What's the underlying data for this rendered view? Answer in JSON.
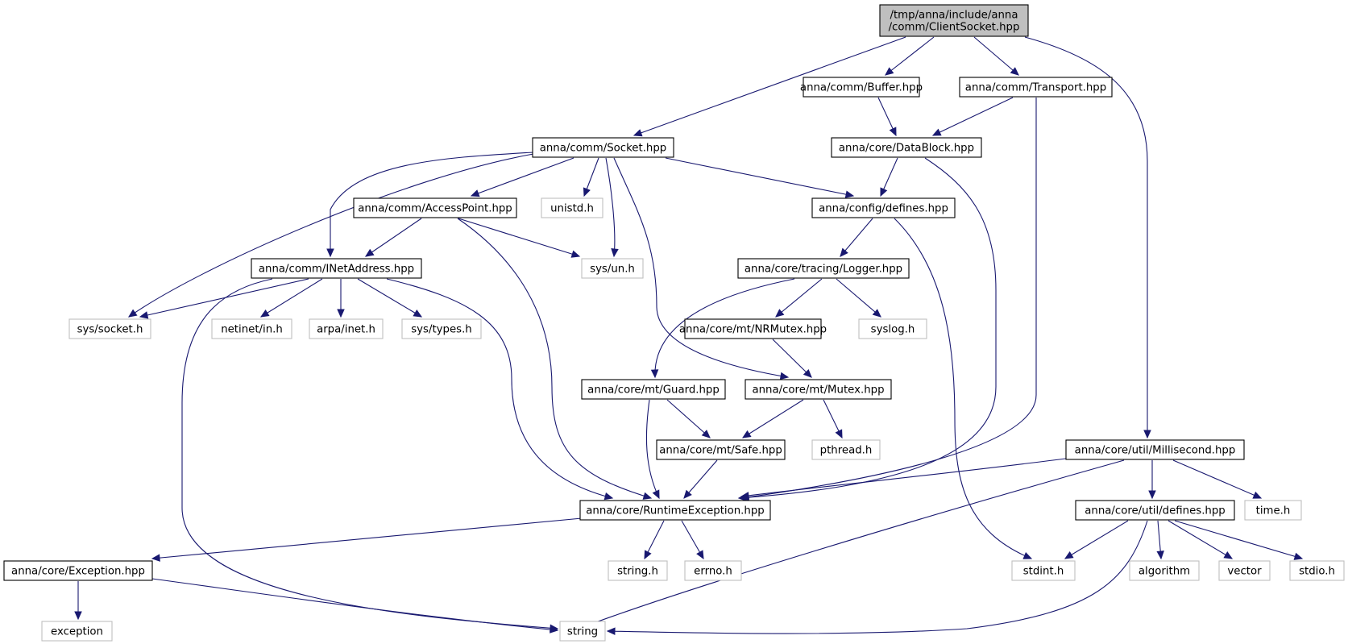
{
  "diagram": {
    "root": "/tmp/anna/include/anna/comm/ClientSocket.hpp",
    "nodes": [
      {
        "id": "root",
        "lines": [
          "/tmp/anna/include/anna",
          "/comm/ClientSocket.hpp"
        ],
        "kind": "root"
      },
      {
        "id": "buffer",
        "lines": [
          "anna/comm/Buffer.hpp"
        ],
        "kind": "local"
      },
      {
        "id": "transport",
        "lines": [
          "anna/comm/Transport.hpp"
        ],
        "kind": "local"
      },
      {
        "id": "socket",
        "lines": [
          "anna/comm/Socket.hpp"
        ],
        "kind": "local"
      },
      {
        "id": "datablock",
        "lines": [
          "anna/core/DataBlock.hpp"
        ],
        "kind": "local"
      },
      {
        "id": "accesspoint",
        "lines": [
          "anna/comm/AccessPoint.hpp"
        ],
        "kind": "local"
      },
      {
        "id": "unistd",
        "lines": [
          "unistd.h"
        ],
        "kind": "system"
      },
      {
        "id": "configdefines",
        "lines": [
          "anna/config/defines.hpp"
        ],
        "kind": "local"
      },
      {
        "id": "inetaddress",
        "lines": [
          "anna/comm/INetAddress.hpp"
        ],
        "kind": "local"
      },
      {
        "id": "sysun",
        "lines": [
          "sys/un.h"
        ],
        "kind": "system"
      },
      {
        "id": "logger",
        "lines": [
          "anna/core/tracing/Logger.hpp"
        ],
        "kind": "local"
      },
      {
        "id": "syssocket",
        "lines": [
          "sys/socket.h"
        ],
        "kind": "system"
      },
      {
        "id": "netinet",
        "lines": [
          "netinet/in.h"
        ],
        "kind": "system"
      },
      {
        "id": "arpainet",
        "lines": [
          "arpa/inet.h"
        ],
        "kind": "system"
      },
      {
        "id": "systypes",
        "lines": [
          "sys/types.h"
        ],
        "kind": "system"
      },
      {
        "id": "nrmutex",
        "lines": [
          "anna/core/mt/NRMutex.hpp"
        ],
        "kind": "local"
      },
      {
        "id": "syslog",
        "lines": [
          "syslog.h"
        ],
        "kind": "system"
      },
      {
        "id": "guard",
        "lines": [
          "anna/core/mt/Guard.hpp"
        ],
        "kind": "local"
      },
      {
        "id": "mutex",
        "lines": [
          "anna/core/mt/Mutex.hpp"
        ],
        "kind": "local"
      },
      {
        "id": "safe",
        "lines": [
          "anna/core/mt/Safe.hpp"
        ],
        "kind": "local"
      },
      {
        "id": "pthread",
        "lines": [
          "pthread.h"
        ],
        "kind": "system"
      },
      {
        "id": "millisecond",
        "lines": [
          "anna/core/util/Millisecond.hpp"
        ],
        "kind": "local"
      },
      {
        "id": "runtimeexception",
        "lines": [
          "anna/core/RuntimeException.hpp"
        ],
        "kind": "local"
      },
      {
        "id": "timeh",
        "lines": [
          "time.h"
        ],
        "kind": "system"
      },
      {
        "id": "utildefines",
        "lines": [
          "anna/core/util/defines.hpp"
        ],
        "kind": "local"
      },
      {
        "id": "exception_hpp",
        "lines": [
          "anna/core/Exception.hpp"
        ],
        "kind": "local"
      },
      {
        "id": "stringh",
        "lines": [
          "string.h"
        ],
        "kind": "system"
      },
      {
        "id": "errnoh",
        "lines": [
          "errno.h"
        ],
        "kind": "system"
      },
      {
        "id": "stdint",
        "lines": [
          "stdint.h"
        ],
        "kind": "system"
      },
      {
        "id": "algorithm",
        "lines": [
          "algorithm"
        ],
        "kind": "system"
      },
      {
        "id": "vector",
        "lines": [
          "vector"
        ],
        "kind": "system"
      },
      {
        "id": "stdio",
        "lines": [
          "stdio.h"
        ],
        "kind": "system"
      },
      {
        "id": "exception_std",
        "lines": [
          "exception"
        ],
        "kind": "system"
      },
      {
        "id": "string_std",
        "lines": [
          "string"
        ],
        "kind": "system"
      }
    ],
    "edges": [
      [
        "root",
        "socket"
      ],
      [
        "root",
        "buffer"
      ],
      [
        "root",
        "transport"
      ],
      [
        "root",
        "millisecond"
      ],
      [
        "buffer",
        "datablock"
      ],
      [
        "transport",
        "datablock"
      ],
      [
        "transport",
        "runtimeexception"
      ],
      [
        "socket",
        "syssocket"
      ],
      [
        "socket",
        "inetaddress"
      ],
      [
        "socket",
        "accesspoint"
      ],
      [
        "socket",
        "unistd"
      ],
      [
        "socket",
        "sysun"
      ],
      [
        "socket",
        "mutex"
      ],
      [
        "socket",
        "configdefines"
      ],
      [
        "datablock",
        "configdefines"
      ],
      [
        "datablock",
        "runtimeexception"
      ],
      [
        "accesspoint",
        "inetaddress"
      ],
      [
        "accesspoint",
        "sysun"
      ],
      [
        "accesspoint",
        "runtimeexception"
      ],
      [
        "configdefines",
        "logger"
      ],
      [
        "configdefines",
        "stdint"
      ],
      [
        "inetaddress",
        "syssocket"
      ],
      [
        "inetaddress",
        "netinet"
      ],
      [
        "inetaddress",
        "arpainet"
      ],
      [
        "inetaddress",
        "systypes"
      ],
      [
        "inetaddress",
        "runtimeexception"
      ],
      [
        "inetaddress",
        "string_std"
      ],
      [
        "logger",
        "nrmutex"
      ],
      [
        "logger",
        "syslog"
      ],
      [
        "logger",
        "guard"
      ],
      [
        "nrmutex",
        "mutex"
      ],
      [
        "guard",
        "safe"
      ],
      [
        "guard",
        "runtimeexception"
      ],
      [
        "mutex",
        "safe"
      ],
      [
        "mutex",
        "pthread"
      ],
      [
        "safe",
        "runtimeexception"
      ],
      [
        "millisecond",
        "runtimeexception"
      ],
      [
        "millisecond",
        "utildefines"
      ],
      [
        "millisecond",
        "timeh"
      ],
      [
        "millisecond",
        "string_std"
      ],
      [
        "runtimeexception",
        "exception_hpp"
      ],
      [
        "runtimeexception",
        "stringh"
      ],
      [
        "runtimeexception",
        "errnoh"
      ],
      [
        "utildefines",
        "stdint"
      ],
      [
        "utildefines",
        "algorithm"
      ],
      [
        "utildefines",
        "vector"
      ],
      [
        "utildefines",
        "stdio"
      ],
      [
        "utildefines",
        "string_std"
      ],
      [
        "exception_hpp",
        "exception_std"
      ],
      [
        "exception_hpp",
        "string_std"
      ]
    ]
  }
}
